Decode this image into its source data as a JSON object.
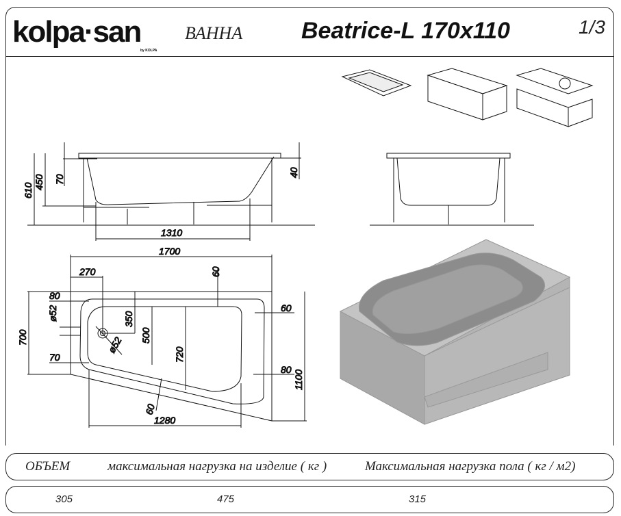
{
  "header": {
    "brand": "kolpa·san",
    "brand_sub": "by KOLPA",
    "product_type": "ВАННА",
    "model": "Beatrice-L  170x110",
    "sheet": "1/3"
  },
  "side_view": {
    "dims": {
      "total_height": "610",
      "depth": "450",
      "rim_offset": "70",
      "rim_thickness": "40",
      "bottom_length": "1310"
    }
  },
  "plan_view": {
    "dims": {
      "length": "1700",
      "drain_offset": "270",
      "width_left": "700",
      "width_right": "1100",
      "bottom_length": "1280",
      "rim_top": "60",
      "rim_right": "60",
      "rim_right_low": "80",
      "rim_diag": "60",
      "overflow_offset": "80",
      "overflow_dia": "ø52",
      "drain_dia": "ø52",
      "drain_y": "350",
      "basin_left": "500",
      "basin_right": "720",
      "left_low": "70"
    }
  },
  "specs": {
    "headers": [
      "ОБЪЕМ",
      "максимальная нагрузка на изделие ( кг )",
      "Максимальная нагрузка пола ( кг / м2)"
    ],
    "values": [
      "305",
      "475",
      "315"
    ]
  }
}
